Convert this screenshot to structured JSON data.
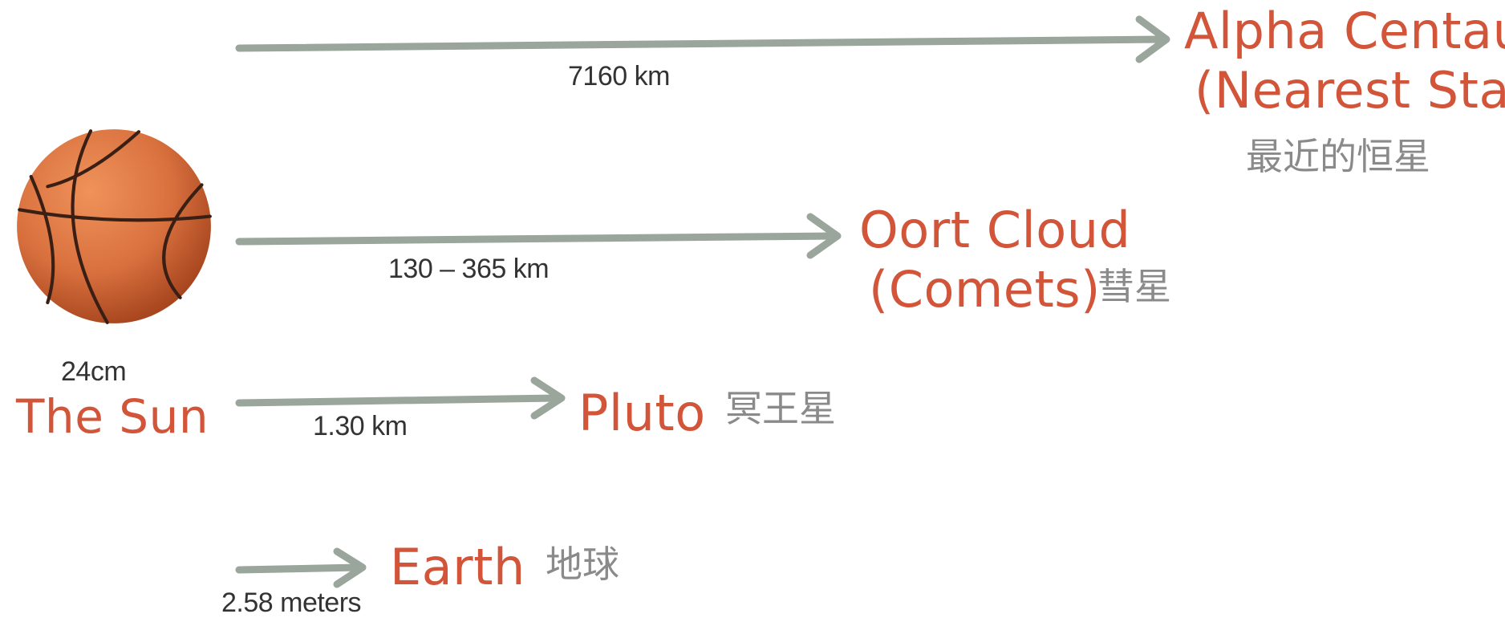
{
  "colors": {
    "accent": "#d2553a",
    "arrow": "#9aa59c",
    "chinese_text": "#8a8a8a",
    "distance_text": "#333333",
    "ball": "#d8703e"
  },
  "sun": {
    "icon": "basketball-icon",
    "size_label": "24cm",
    "name": "The Sun"
  },
  "bodies": [
    {
      "name_lines": [
        "Alpha Centauri",
        "(Nearest Star)"
      ],
      "chinese": "最近的恒星",
      "distance": "7160 km"
    },
    {
      "name_lines": [
        "Oort Cloud",
        "(Comets)"
      ],
      "chinese": "彗星",
      "distance": "130 – 365 km"
    },
    {
      "name_lines": [
        "Pluto"
      ],
      "chinese": "冥王星",
      "distance": "1.30 km"
    },
    {
      "name_lines": [
        "Earth"
      ],
      "chinese": "地球",
      "distance": "2.58 meters"
    }
  ]
}
